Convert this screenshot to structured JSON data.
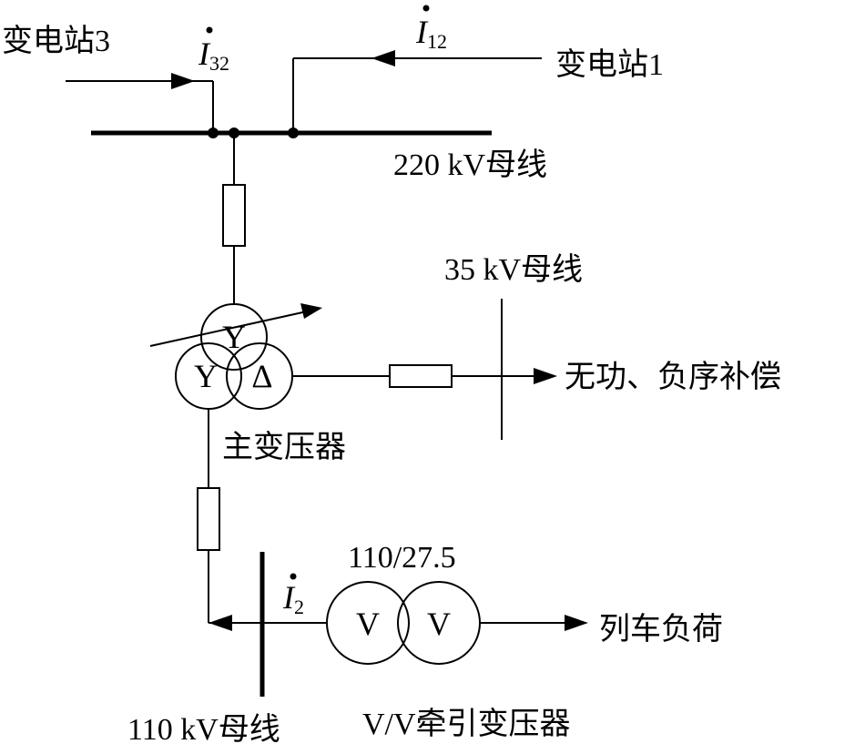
{
  "labels": {
    "substation3": "变电站3",
    "substation1": "变电站1",
    "bus220": "220 kV母线",
    "bus35": "35 kV母线",
    "bus110": "110 kV母线",
    "main_transformer": "主变压器",
    "compensation": "无功、负序补偿",
    "vv_ratio": "110/27.5",
    "vv_transformer": "V/V牵引变压器",
    "train_load": "列车负荷"
  },
  "currents": {
    "i32": {
      "symbol": "I",
      "subscript": "32"
    },
    "i12": {
      "symbol": "I",
      "subscript": "12"
    },
    "i2": {
      "symbol": "I",
      "subscript": "2"
    }
  },
  "winding_symbols": {
    "star": "Y",
    "delta": "Δ",
    "v_left": "V",
    "v_right": "V"
  },
  "colors": {
    "line": "#000000",
    "background": "#ffffff"
  }
}
